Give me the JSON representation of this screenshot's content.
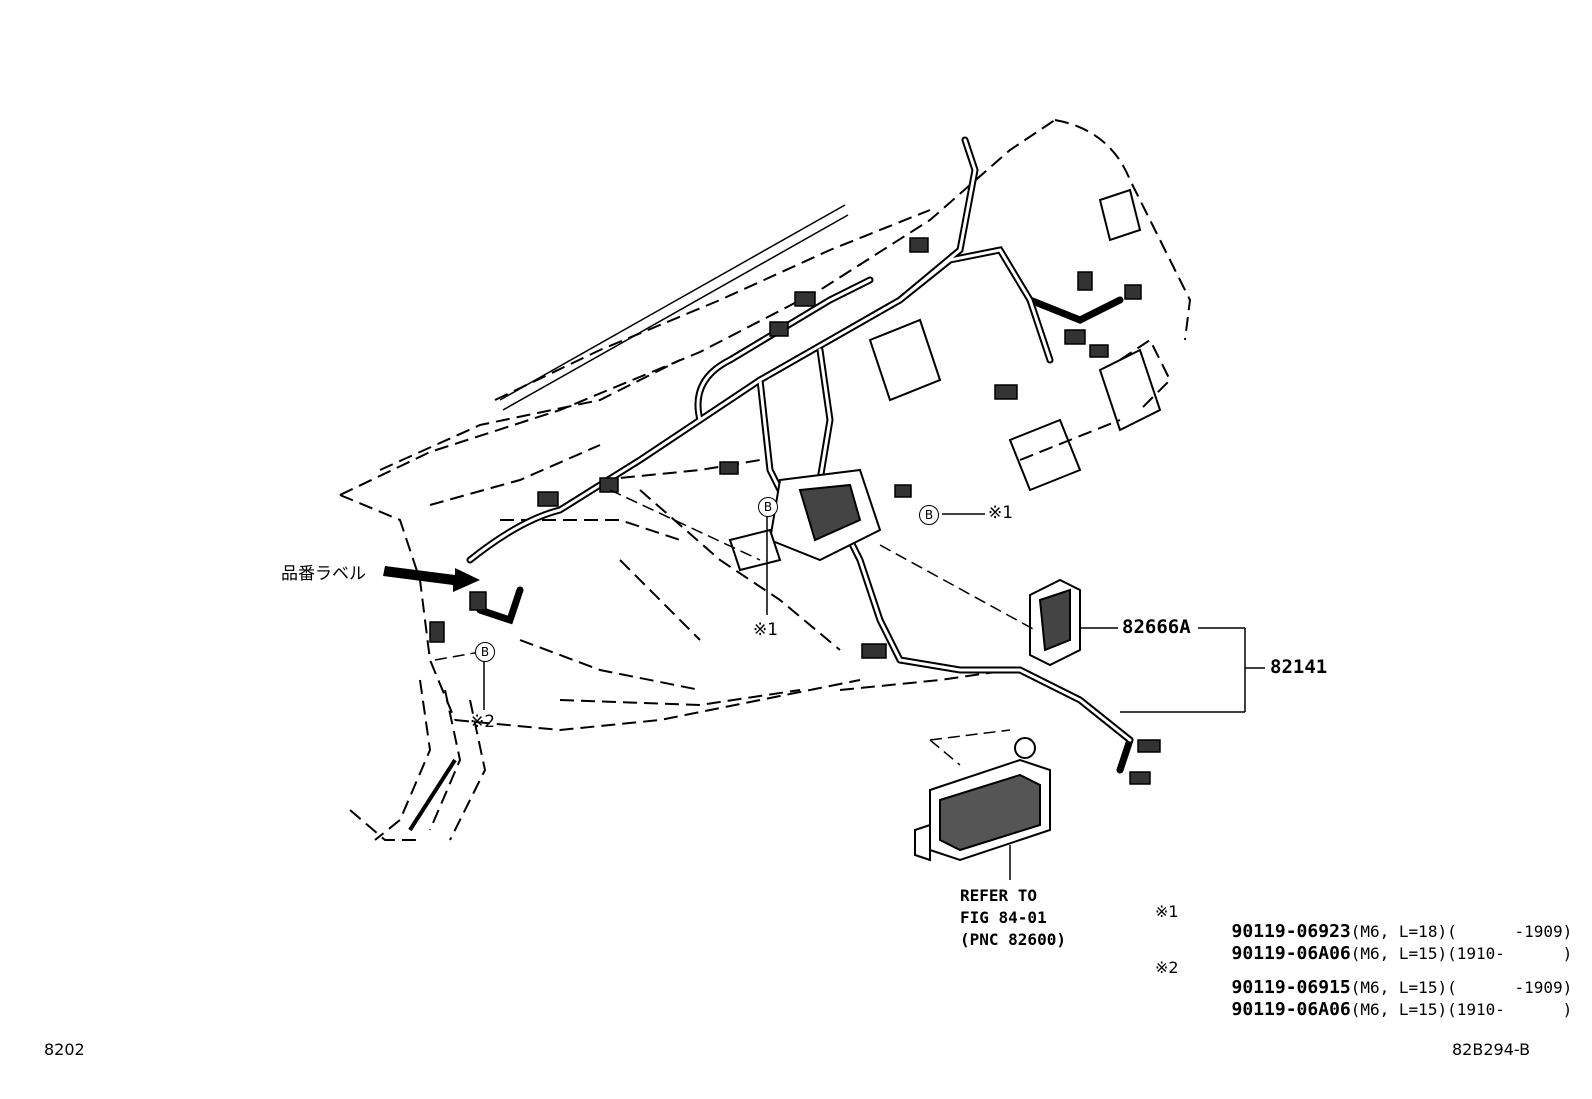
{
  "labels": {
    "part_label_jp": "品番ラベル",
    "callout_82666a": "82666A",
    "callout_82141": "82141",
    "mark_b": "B",
    "mark_1": "※1",
    "mark_2": "※2",
    "refer_line1": "REFER TO",
    "refer_line2": "FIG 84-01",
    "refer_line3": "(PNC 82600)",
    "page_code": "8202",
    "figure_code": "82B294-B"
  },
  "notes": [
    {
      "mark": "※1",
      "rows": [
        {
          "part": "90119-06923",
          "spec": "(M6, L=18)(      -1909)"
        },
        {
          "part": "90119-06A06",
          "spec": "(M6, L=15)(1910-      )"
        }
      ]
    },
    {
      "mark": "※2",
      "rows": [
        {
          "part": "90119-06915",
          "spec": "(M6, L=15)(      -1909)"
        },
        {
          "part": "90119-06A06",
          "spec": "(M6, L=15)(1910-      )"
        }
      ]
    }
  ]
}
